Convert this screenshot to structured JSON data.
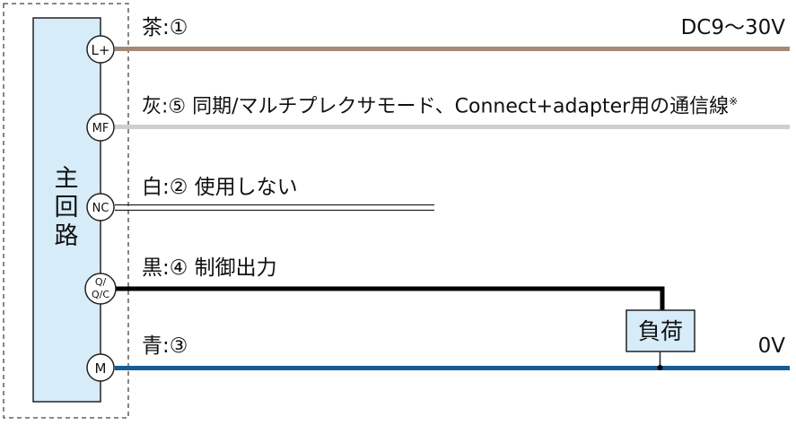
{
  "circuit": {
    "label": "主回路",
    "chars": [
      "主",
      "回",
      "路"
    ]
  },
  "terminals": [
    {
      "id": "L+",
      "label": "L+"
    },
    {
      "id": "MF",
      "label": "MF"
    },
    {
      "id": "NC",
      "label": "NC"
    },
    {
      "id": "QQC",
      "label_top": "Q/",
      "label_bottom": "Q/C"
    },
    {
      "id": "M",
      "label": "M"
    }
  ],
  "wires": {
    "brown": {
      "label": "茶:①",
      "right_label": "DC9～30V",
      "color": "#a48a76"
    },
    "gray": {
      "label": "灰:⑤ 同期/マルチプレクサモード、Connect+adapter用の通信線",
      "note_mark": "※",
      "color": "#cfcfcf"
    },
    "white": {
      "label": "白:② 使用しない",
      "color": "#ffffff"
    },
    "black": {
      "label": "黒:④ 制御出力",
      "color": "#000000"
    },
    "blue": {
      "label": "青:③",
      "right_label": "0V",
      "color": "#135c96"
    }
  },
  "load": {
    "label": "負荷",
    "fill": "#d6ecf9"
  },
  "colors": {
    "circuit_fill": "#d6ecf9",
    "terminal_fill": "#ffffff"
  }
}
